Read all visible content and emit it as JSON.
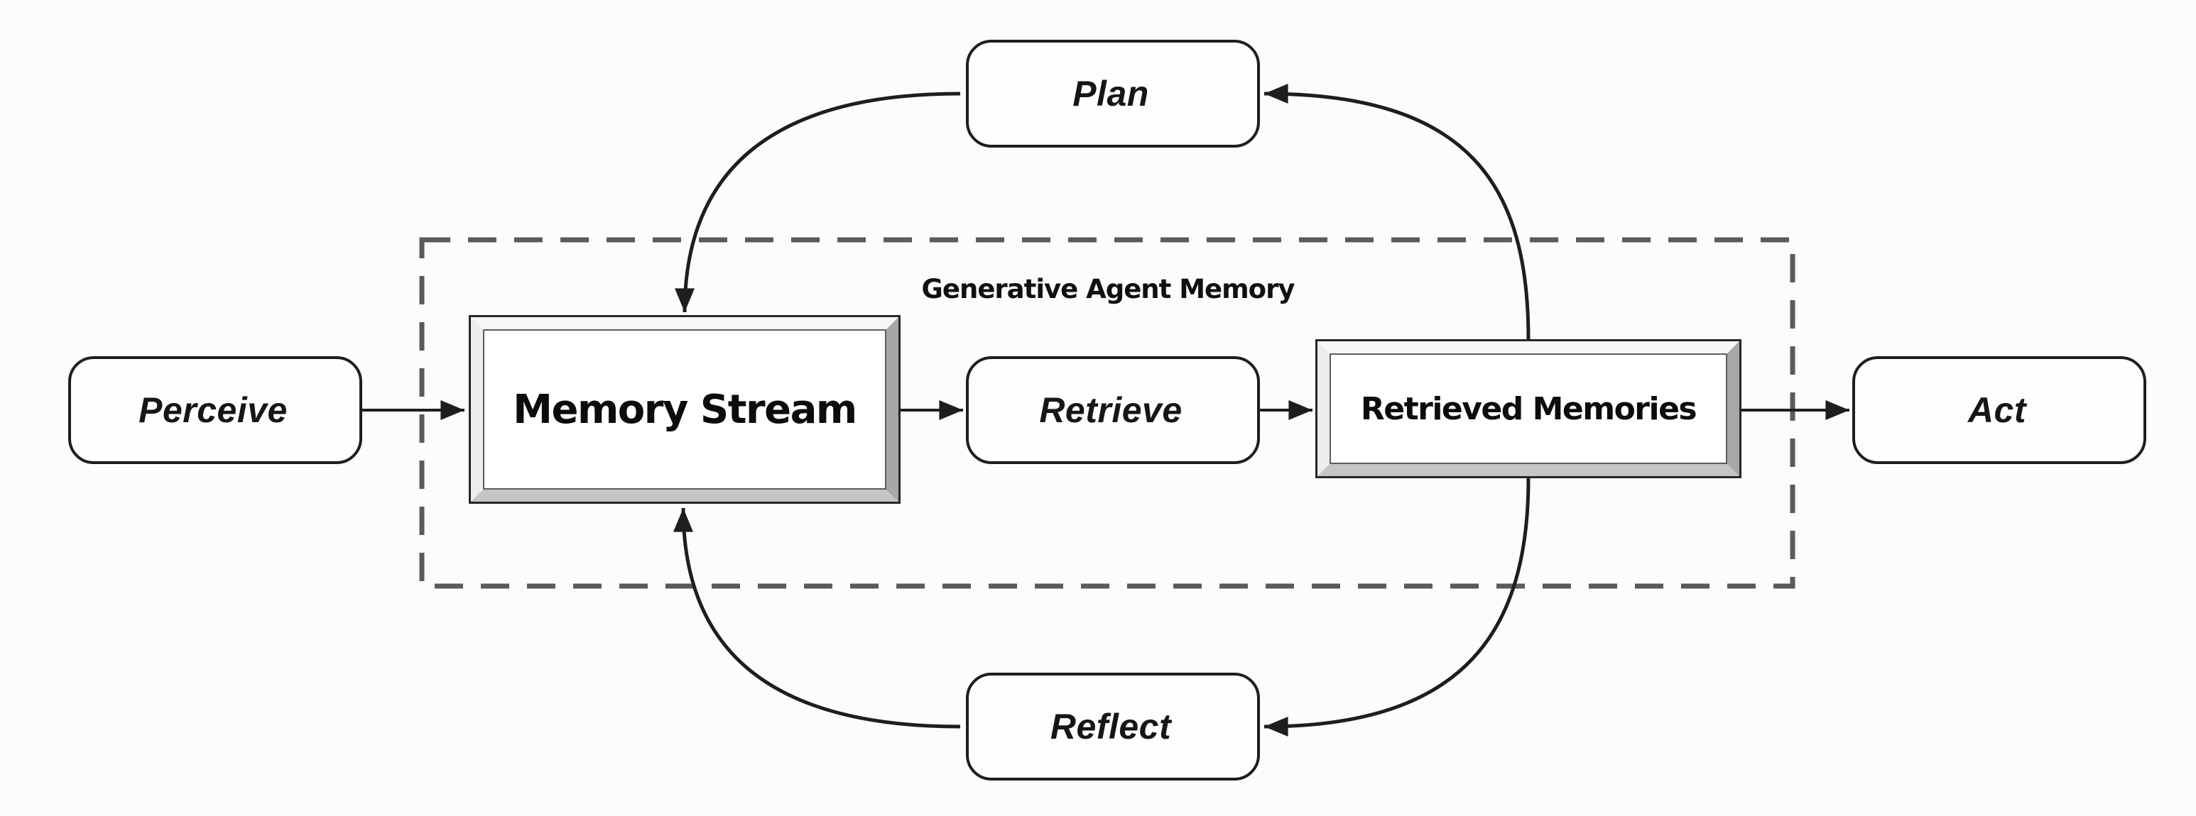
{
  "diagram": {
    "container": {
      "label": "Generative Agent Memory",
      "style": "dashed-border",
      "children": [
        "Memory Stream",
        "Retrieve",
        "Retrieved Memories"
      ]
    },
    "nodes": {
      "perceive": {
        "label": "Perceive",
        "shape": "rounded-rect"
      },
      "plan": {
        "label": "Plan",
        "shape": "rounded-rect"
      },
      "retrieve": {
        "label": "Retrieve",
        "shape": "rounded-rect"
      },
      "act": {
        "label": "Act",
        "shape": "rounded-rect"
      },
      "reflect": {
        "label": "Reflect",
        "shape": "rounded-rect"
      },
      "memory_stream": {
        "label": "Memory Stream",
        "shape": "beveled-3d-rect"
      },
      "retrieved_memories": {
        "label": "Retrieved Memories",
        "shape": "beveled-3d-rect"
      }
    },
    "edges": [
      {
        "from": "Perceive",
        "to": "Memory Stream",
        "type": "straight-arrow"
      },
      {
        "from": "Memory Stream",
        "to": "Retrieve",
        "type": "straight-arrow"
      },
      {
        "from": "Retrieve",
        "to": "Retrieved Memories",
        "type": "straight-arrow"
      },
      {
        "from": "Retrieved Memories",
        "to": "Act",
        "type": "straight-arrow"
      },
      {
        "from": "Retrieved Memories",
        "to": "Plan",
        "type": "curved-arrow"
      },
      {
        "from": "Plan",
        "to": "Memory Stream",
        "type": "curved-arrow"
      },
      {
        "from": "Retrieved Memories",
        "to": "Reflect",
        "type": "curved-arrow"
      },
      {
        "from": "Reflect",
        "to": "Memory Stream",
        "type": "curved-arrow"
      }
    ],
    "colors": {
      "background": "#fcfcfb",
      "line": "#1e1e1e",
      "dashed_border": "#5a5a5a",
      "box_fill": "#fffefd",
      "bevel_light": "#f7f7f7",
      "bevel_dark": "#a7a7a7",
      "bevel_bottom": "#c5c5c5",
      "text": "#101010"
    }
  }
}
